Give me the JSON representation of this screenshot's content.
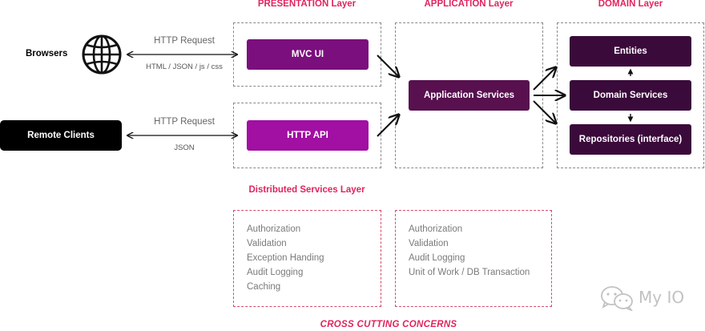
{
  "layers": {
    "presentation": "PRESENTATION Layer",
    "application": "APPLICATION Layer",
    "domain": "DOMAIN Layer",
    "distributed": "Distributed Services Layer"
  },
  "clients": {
    "browsers": "Browsers",
    "remote": "Remote Clients"
  },
  "connections": {
    "browser_request": "HTTP Request",
    "browser_formats": "HTML / JSON / js / css",
    "remote_request": "HTTP Request",
    "remote_format": "JSON"
  },
  "presentation_boxes": {
    "mvc": "MVC UI",
    "http_api": "HTTP API"
  },
  "application_boxes": {
    "services": "Application Services"
  },
  "domain_boxes": {
    "entities": "Entities",
    "domain_services": "Domain Services",
    "repositories": "Repositories (interface)"
  },
  "cross_cutting": {
    "left_list": [
      "Authorization",
      "Validation",
      "Exception Handing",
      "Audit Logging",
      "Caching"
    ],
    "right_list": [
      "Authorization",
      "Validation",
      "Audit Logging",
      "Unit of Work / DB Transaction"
    ],
    "title": "CROSS CUTTING CONCERNS"
  },
  "watermark": "My IO",
  "icons": {
    "globe": "globe-icon",
    "wechat": "wechat-icon"
  },
  "colors": {
    "accent": "#e0245e",
    "mvc": "#7b0f7d",
    "http_api": "#a10fa3",
    "app": "#58104f",
    "domain": "#3a0a3a",
    "remote": "#000000"
  }
}
